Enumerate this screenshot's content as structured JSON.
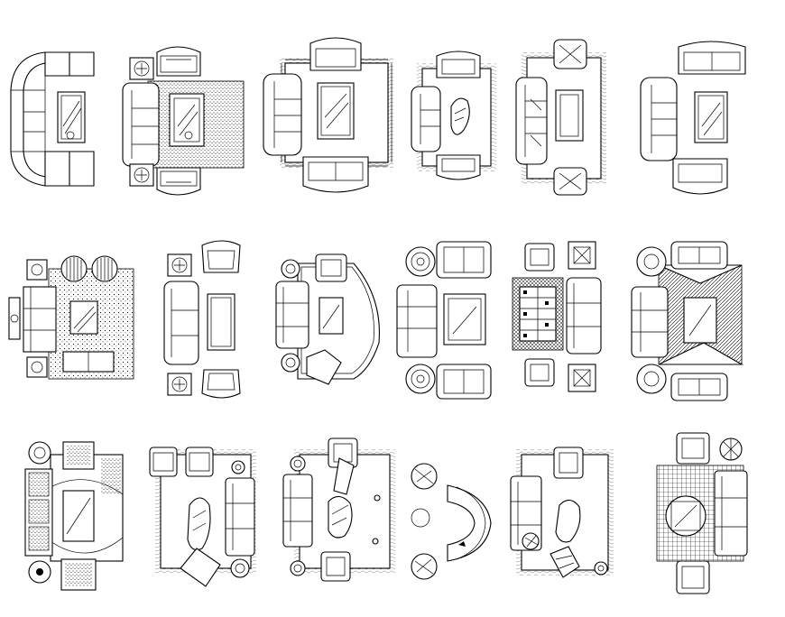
{
  "drawing": {
    "background": "#ffffff",
    "line_color": "#000000",
    "rows": 3,
    "columns": 6,
    "blocks": [
      {
        "row": 1,
        "col": 1,
        "kind": "sectional-sofa-with-coffee-table"
      },
      {
        "row": 1,
        "col": 2,
        "kind": "sofa-and-armchairs-on-textured-rug"
      },
      {
        "row": 1,
        "col": 3,
        "kind": "sofa-and-armchairs-on-fringed-rug"
      },
      {
        "row": 1,
        "col": 4,
        "kind": "sofa-and-armchairs-on-fringed-rug"
      },
      {
        "row": 1,
        "col": 5,
        "kind": "sofa-and-armchairs-on-fringed-rug"
      },
      {
        "row": 1,
        "col": 6,
        "kind": "sofa-and-armchairs"
      },
      {
        "row": 2,
        "col": 1,
        "kind": "sofa-set-on-dotted-rug"
      },
      {
        "row": 2,
        "col": 2,
        "kind": "loveseat-and-armchairs"
      },
      {
        "row": 2,
        "col": 3,
        "kind": "sofa-set-on-curved-rug"
      },
      {
        "row": 2,
        "col": 4,
        "kind": "sofa-and-armchairs-with-side-tables"
      },
      {
        "row": 2,
        "col": 5,
        "kind": "sofa-set-on-patterned-rug"
      },
      {
        "row": 2,
        "col": 6,
        "kind": "sofa-set-on-geometric-rug"
      },
      {
        "row": 3,
        "col": 1,
        "kind": "sofa-set-on-rug-with-patterned-armchairs"
      },
      {
        "row": 3,
        "col": 2,
        "kind": "sofa-set-on-fringed-rug"
      },
      {
        "row": 3,
        "col": 3,
        "kind": "sofa-set-on-fringed-rug"
      },
      {
        "row": 3,
        "col": 4,
        "kind": "curved-sofa-and-armchairs"
      },
      {
        "row": 3,
        "col": 5,
        "kind": "sofa-set-on-fringed-rug"
      },
      {
        "row": 3,
        "col": 6,
        "kind": "sofa-set-on-hatched-rug"
      }
    ]
  }
}
